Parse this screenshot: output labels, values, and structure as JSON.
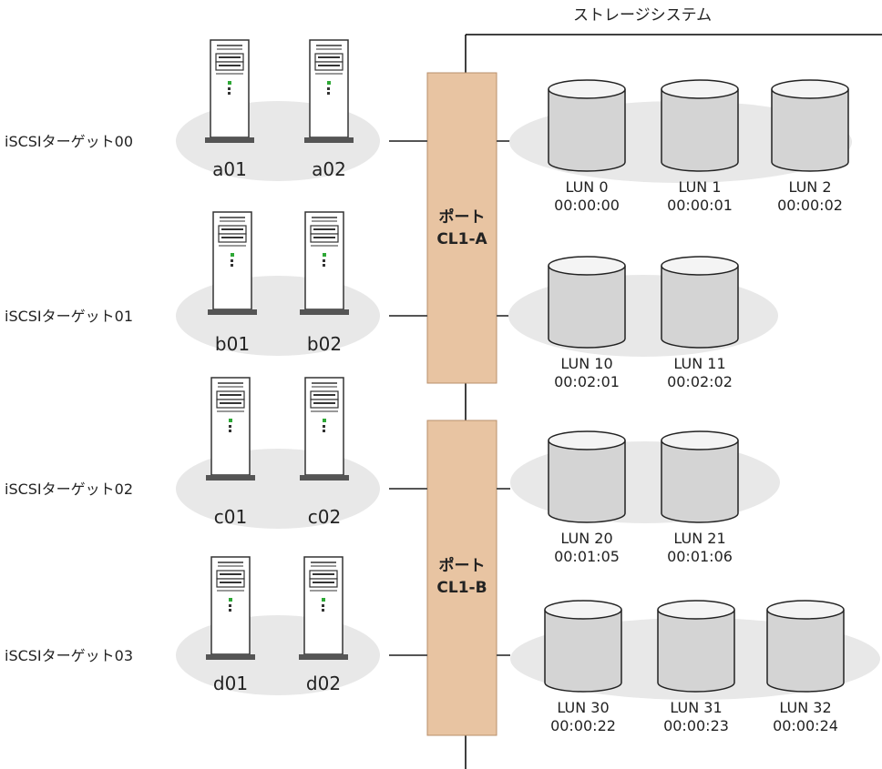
{
  "storage_system_label": "ストレージシステム",
  "ports": [
    {
      "label_line1": "ポート",
      "label_line2": "CL1-A"
    },
    {
      "label_line1": "ポート",
      "label_line2": "CL1-B"
    }
  ],
  "targets": [
    {
      "name": "iSCSIターゲット00",
      "hosts": [
        "a01",
        "a02"
      ],
      "port": 0,
      "luns": [
        {
          "lun": "LUN 0",
          "ldev": "00:00:00"
        },
        {
          "lun": "LUN 1",
          "ldev": "00:00:01"
        },
        {
          "lun": "LUN 2",
          "ldev": "00:00:02"
        }
      ]
    },
    {
      "name": "iSCSIターゲット01",
      "hosts": [
        "b01",
        "b02"
      ],
      "port": 0,
      "luns": [
        {
          "lun": "LUN 10",
          "ldev": "00:02:01"
        },
        {
          "lun": "LUN 11",
          "ldev": "00:02:02"
        }
      ]
    },
    {
      "name": "iSCSIターゲット02",
      "hosts": [
        "c01",
        "c02"
      ],
      "port": 1,
      "luns": [
        {
          "lun": "LUN 20",
          "ldev": "00:01:05"
        },
        {
          "lun": "LUN 21",
          "ldev": "00:01:06"
        }
      ]
    },
    {
      "name": "iSCSIターゲット03",
      "hosts": [
        "d01",
        "d02"
      ],
      "port": 1,
      "luns": [
        {
          "lun": "LUN 30",
          "ldev": "00:00:22"
        },
        {
          "lun": "LUN 31",
          "ldev": "00:00:23"
        },
        {
          "lun": "LUN 32",
          "ldev": "00:00:24"
        }
      ]
    }
  ],
  "colors": {
    "port_fill": "#e8c4a2",
    "port_stroke": "#b98f6b",
    "group_fill": "#e8e8e8",
    "server_base": "#555555"
  }
}
